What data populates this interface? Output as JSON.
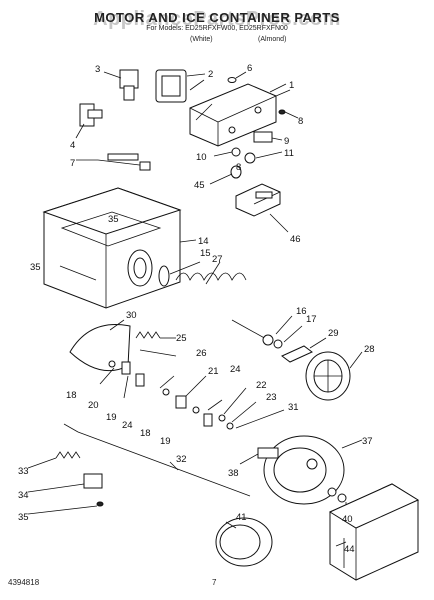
{
  "header": {
    "title": "MOTOR AND ICE CONTAINER PARTS",
    "for_line": "For Models: ED25RFXFW00, ED25RFXFN00",
    "variants": [
      "(White)",
      "(Almond)"
    ],
    "watermark": "AppliancePartsPros.com"
  },
  "footer": {
    "doc_number": "4394818",
    "page_number": "7"
  },
  "callouts": {
    "c1": "1",
    "c2": "2",
    "c3": "3",
    "c4": "4",
    "c5": "5",
    "c6": "6",
    "c7": "7",
    "c8": "8",
    "c9": "9",
    "c10": "10",
    "c11": "11",
    "c14": "14",
    "c15": "15",
    "c16": "16",
    "c17": "17",
    "c18a": "18",
    "c18b": "18",
    "c19a": "19",
    "c19b": "19",
    "c20": "20",
    "c21": "21",
    "c22": "22",
    "c23": "23",
    "c24a": "24",
    "c24b": "24",
    "c25": "25",
    "c26": "26",
    "c27": "27",
    "c28": "28",
    "c29": "29",
    "c30": "30",
    "c31": "31",
    "c32": "32",
    "c33": "33",
    "c34": "34",
    "c35a": "35",
    "c35b": "35",
    "c35c": "35",
    "c37": "37",
    "c38": "38",
    "c40": "40",
    "c41": "41",
    "c44": "44",
    "c45": "45",
    "c46": "46"
  }
}
